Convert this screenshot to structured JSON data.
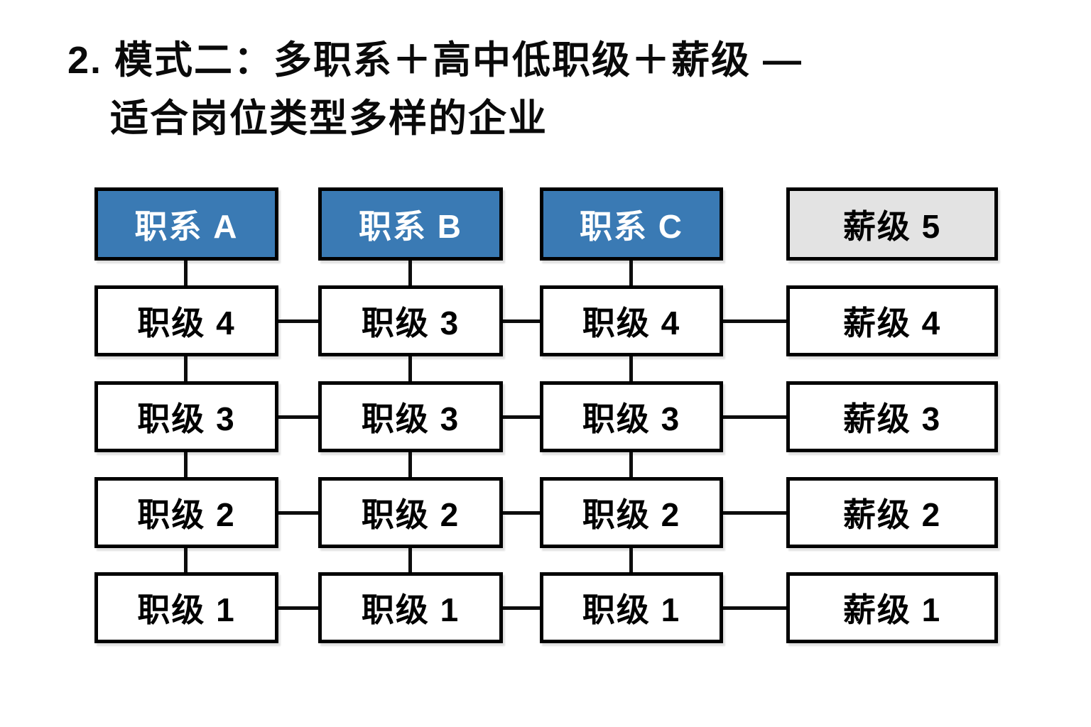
{
  "title": {
    "line1": "2. 模式二：多职系＋高中低职级＋薪级 —",
    "line2": "适合岗位类型多样的企业"
  },
  "colors": {
    "family_header_fill": "#3a7ab4",
    "family_header_text": "#ffffff",
    "salary_header_fill": "#e3e3e3",
    "node_fill": "#ffffff",
    "node_border": "#000000",
    "connector": "#0d0d0d",
    "title_text": "#0a0a0a"
  },
  "diagram": {
    "columns": [
      {
        "id": "family-a",
        "type": "family",
        "header": "职系 A",
        "levels": [
          "职级 4",
          "职级 3",
          "职级 2",
          "职级 1"
        ]
      },
      {
        "id": "family-b",
        "type": "family",
        "header": "职系 B",
        "levels": [
          "职级 3",
          "职级 3",
          "职级 2",
          "职级 1"
        ]
      },
      {
        "id": "family-c",
        "type": "family",
        "header": "职系 C",
        "levels": [
          "职级 4",
          "职级 3",
          "职级 2",
          "职级 1"
        ]
      },
      {
        "id": "salary",
        "type": "salary",
        "header": "薪级 5",
        "levels": [
          "薪级 4",
          "薪级 3",
          "薪级 2",
          "薪级 1"
        ]
      }
    ],
    "edges": {
      "vertical": "each job-family column links header→L4→L3→L2→L1; salary column has no vertical links",
      "horizontal": "rows 1-4 link family A–B, B–C, C–salary"
    }
  }
}
